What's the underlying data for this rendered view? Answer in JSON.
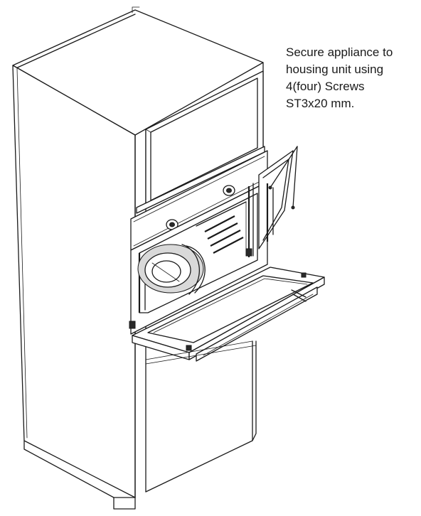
{
  "caption": {
    "lines": [
      "Secure appliance to",
      "housing unit using",
      "4(four) Screws",
      "ST3x20 mm."
    ]
  }
}
